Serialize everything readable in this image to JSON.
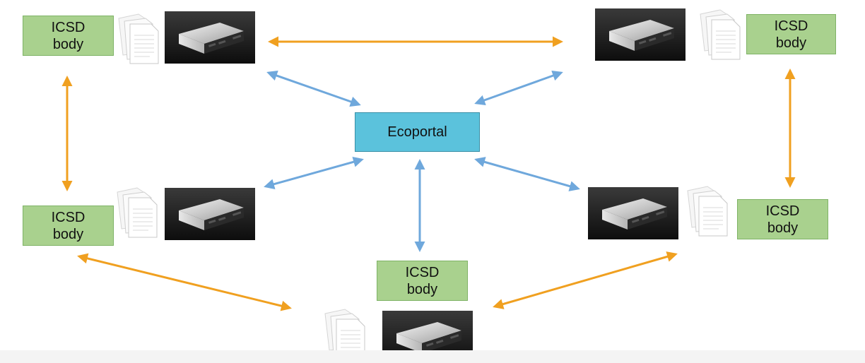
{
  "portal": {
    "label": "Ecoportal"
  },
  "nodes": [
    {
      "line1": "ICSD",
      "line2": "body"
    },
    {
      "line1": "ICSD",
      "line2": "body"
    },
    {
      "line1": "ICSD",
      "line2": "body"
    },
    {
      "line1": "ICSD",
      "line2": "body"
    },
    {
      "line1": "ICSD",
      "line2": "body"
    }
  ],
  "device_icon": "mini-pc-icon",
  "docs_icon": "documents-icon",
  "colors": {
    "label_fill": "#a9d18e",
    "portal_fill": "#5bc2dc",
    "peer_arrow": "#f0a020",
    "portal_arrow": "#6fa8dc"
  }
}
